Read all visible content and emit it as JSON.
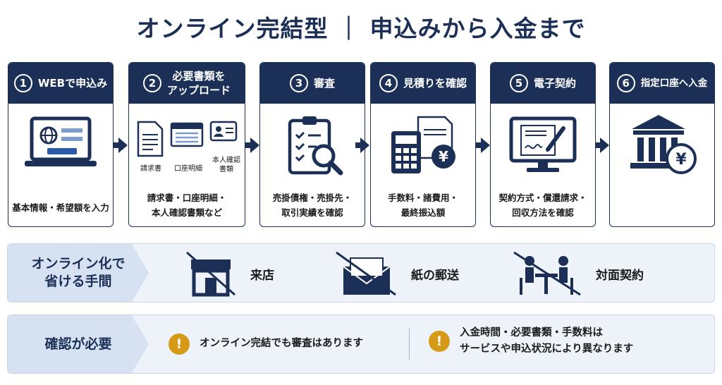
{
  "title": "オンライン完結型 ｜ 申込みから入金まで",
  "steps": [
    {
      "num": "1",
      "label": "WEBで申込み",
      "desc": "基本情報・希望額を入力"
    },
    {
      "num": "2",
      "label": "必要書類を\nアップロード",
      "desc": "請求書・口座明細・\n本人確認書類など",
      "docs": [
        "請求書",
        "口座明細",
        "本人確認\n書類"
      ]
    },
    {
      "num": "3",
      "label": "審査",
      "desc": "売掛債権・売掛先・\n取引実績を確認"
    },
    {
      "num": "4",
      "label": "見積りを確認",
      "desc": "手数料・諸費用・\n最終振込額"
    },
    {
      "num": "5",
      "label": "電子契約",
      "desc": "契約方式・償還請求・\n回収方法を確認"
    },
    {
      "num": "6",
      "label": "指定口座へ入金",
      "desc": ""
    }
  ],
  "saved": {
    "label": "オンライン化で\n省ける手間",
    "items": [
      "来店",
      "紙の郵送",
      "対面契約"
    ]
  },
  "notes": {
    "label": "確認が必要",
    "items": [
      "オンライン完結でも審査はあります",
      "入金時間・必要書類・手数料は\nサービスや申込状況により異なります"
    ]
  },
  "colors": {
    "navy": "#1b2f57",
    "accent": "#d79a16",
    "band": "#eef3fa"
  }
}
